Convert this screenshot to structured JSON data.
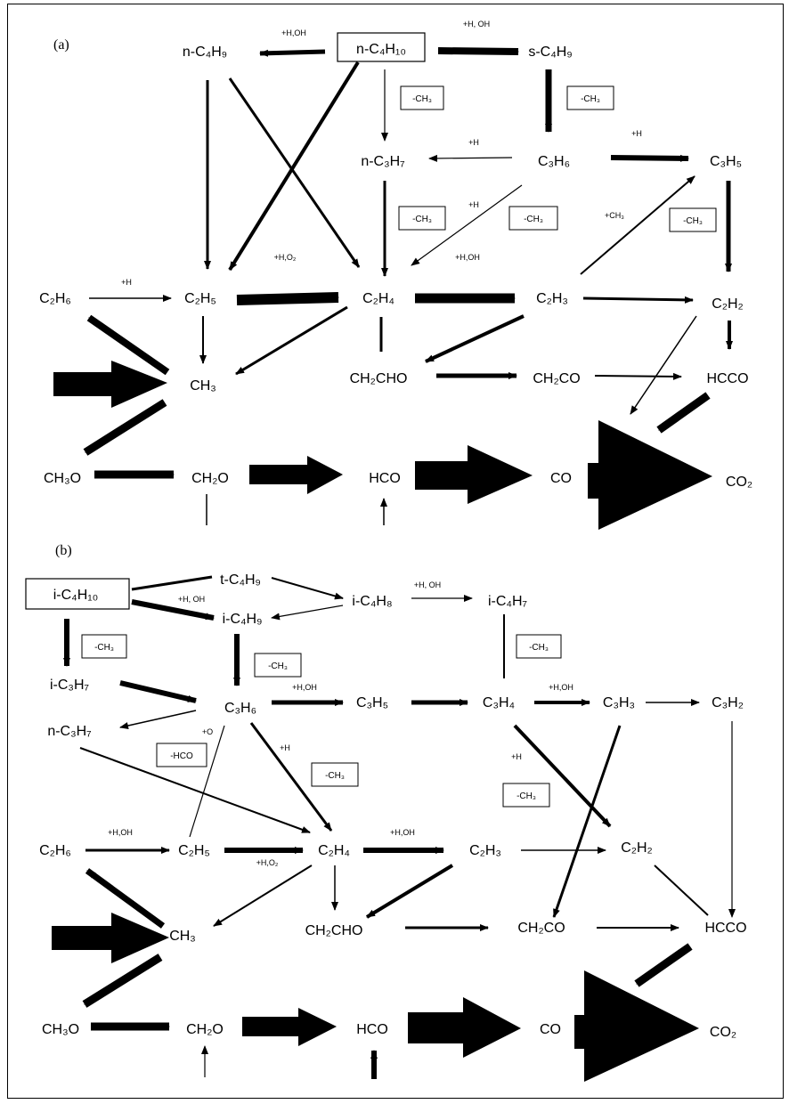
{
  "panel_a": {
    "label": "(a)",
    "species": {
      "nC4H9": "n-C₄H₉",
      "nC4H10": "n-C₄H₁₀",
      "sC4H9": "s-C₄H₉",
      "nC3H7": "n-C₃H₇",
      "C3H6": "C₃H₆",
      "C3H5": "C₃H₅",
      "C2H6": "C₂H₆",
      "C2H5": "C₂H₅",
      "C2H4": "C₂H₄",
      "C2H3": "C₂H₃",
      "C2H2": "C₂H₂",
      "CH3": "CH₃",
      "CH2CHO": "CH₂CHO",
      "CH2CO": "CH₂CO",
      "HCCO": "HCCO",
      "CH3O": "CH₃O",
      "CH2O": "CH₂O",
      "HCO": "HCO",
      "CO": "CO",
      "CO2": "CO₂"
    },
    "labels": {
      "l1": "+H,OH",
      "l2": "+H, OH",
      "l3": "+H",
      "l4": "+H",
      "l5": "+H",
      "l6": "+CH₃",
      "l7": "+H,O₂",
      "l8": "+H,OH",
      "l9": "+H"
    },
    "boxes": {
      "b1": "-CH₃",
      "b2": "-CH₃",
      "b3": "-CH₃",
      "b4": "-CH₃",
      "b5": "-CH₃"
    }
  },
  "panel_b": {
    "label": "(b)",
    "species": {
      "iC4H10": "i-C₄H₁₀",
      "tC4H9": "t-C₄H₉",
      "iC4H9": "i-C₄H₉",
      "iC4H8": "i-C₄H₈",
      "iC4H7": "i-C₄H₇",
      "iC3H7": "i-C₃H₇",
      "nC3H7": "n-C₃H₇",
      "C3H6": "C₃H₆",
      "C3H5": "C₃H₅",
      "C3H4": "C₃H₄",
      "C3H3": "C₃H₃",
      "C3H2": "C₃H₂",
      "C2H6": "C₂H₆",
      "C2H5": "C₂H₅",
      "C2H4": "C₂H₄",
      "C2H3": "C₂H₃",
      "C2H2": "C₂H₂",
      "CH3": "CH₃",
      "CH2CHO": "CH₂CHO",
      "CH2CO": "CH₂CO",
      "HCCO": "HCCO",
      "CH3O": "CH₃O",
      "CH2O": "CH₂O",
      "HCO": "HCO",
      "CO": "CO",
      "CO2": "CO₂"
    },
    "labels": {
      "l1": "+H, OH",
      "l2": "+H, OH",
      "l3": "+H,OH",
      "l4": "+H,OH",
      "l5": "+O",
      "l6": "+H",
      "l7": "+H",
      "l8": "+H,OH",
      "l9": "+H,O₂",
      "l10": "+H,OH"
    },
    "boxes": {
      "b1": "-CH₃",
      "b2": "-CH₃",
      "b3": "-CH₃",
      "b4": "-HCO",
      "b5": "-CH₃",
      "b6": "-CH₃"
    }
  }
}
